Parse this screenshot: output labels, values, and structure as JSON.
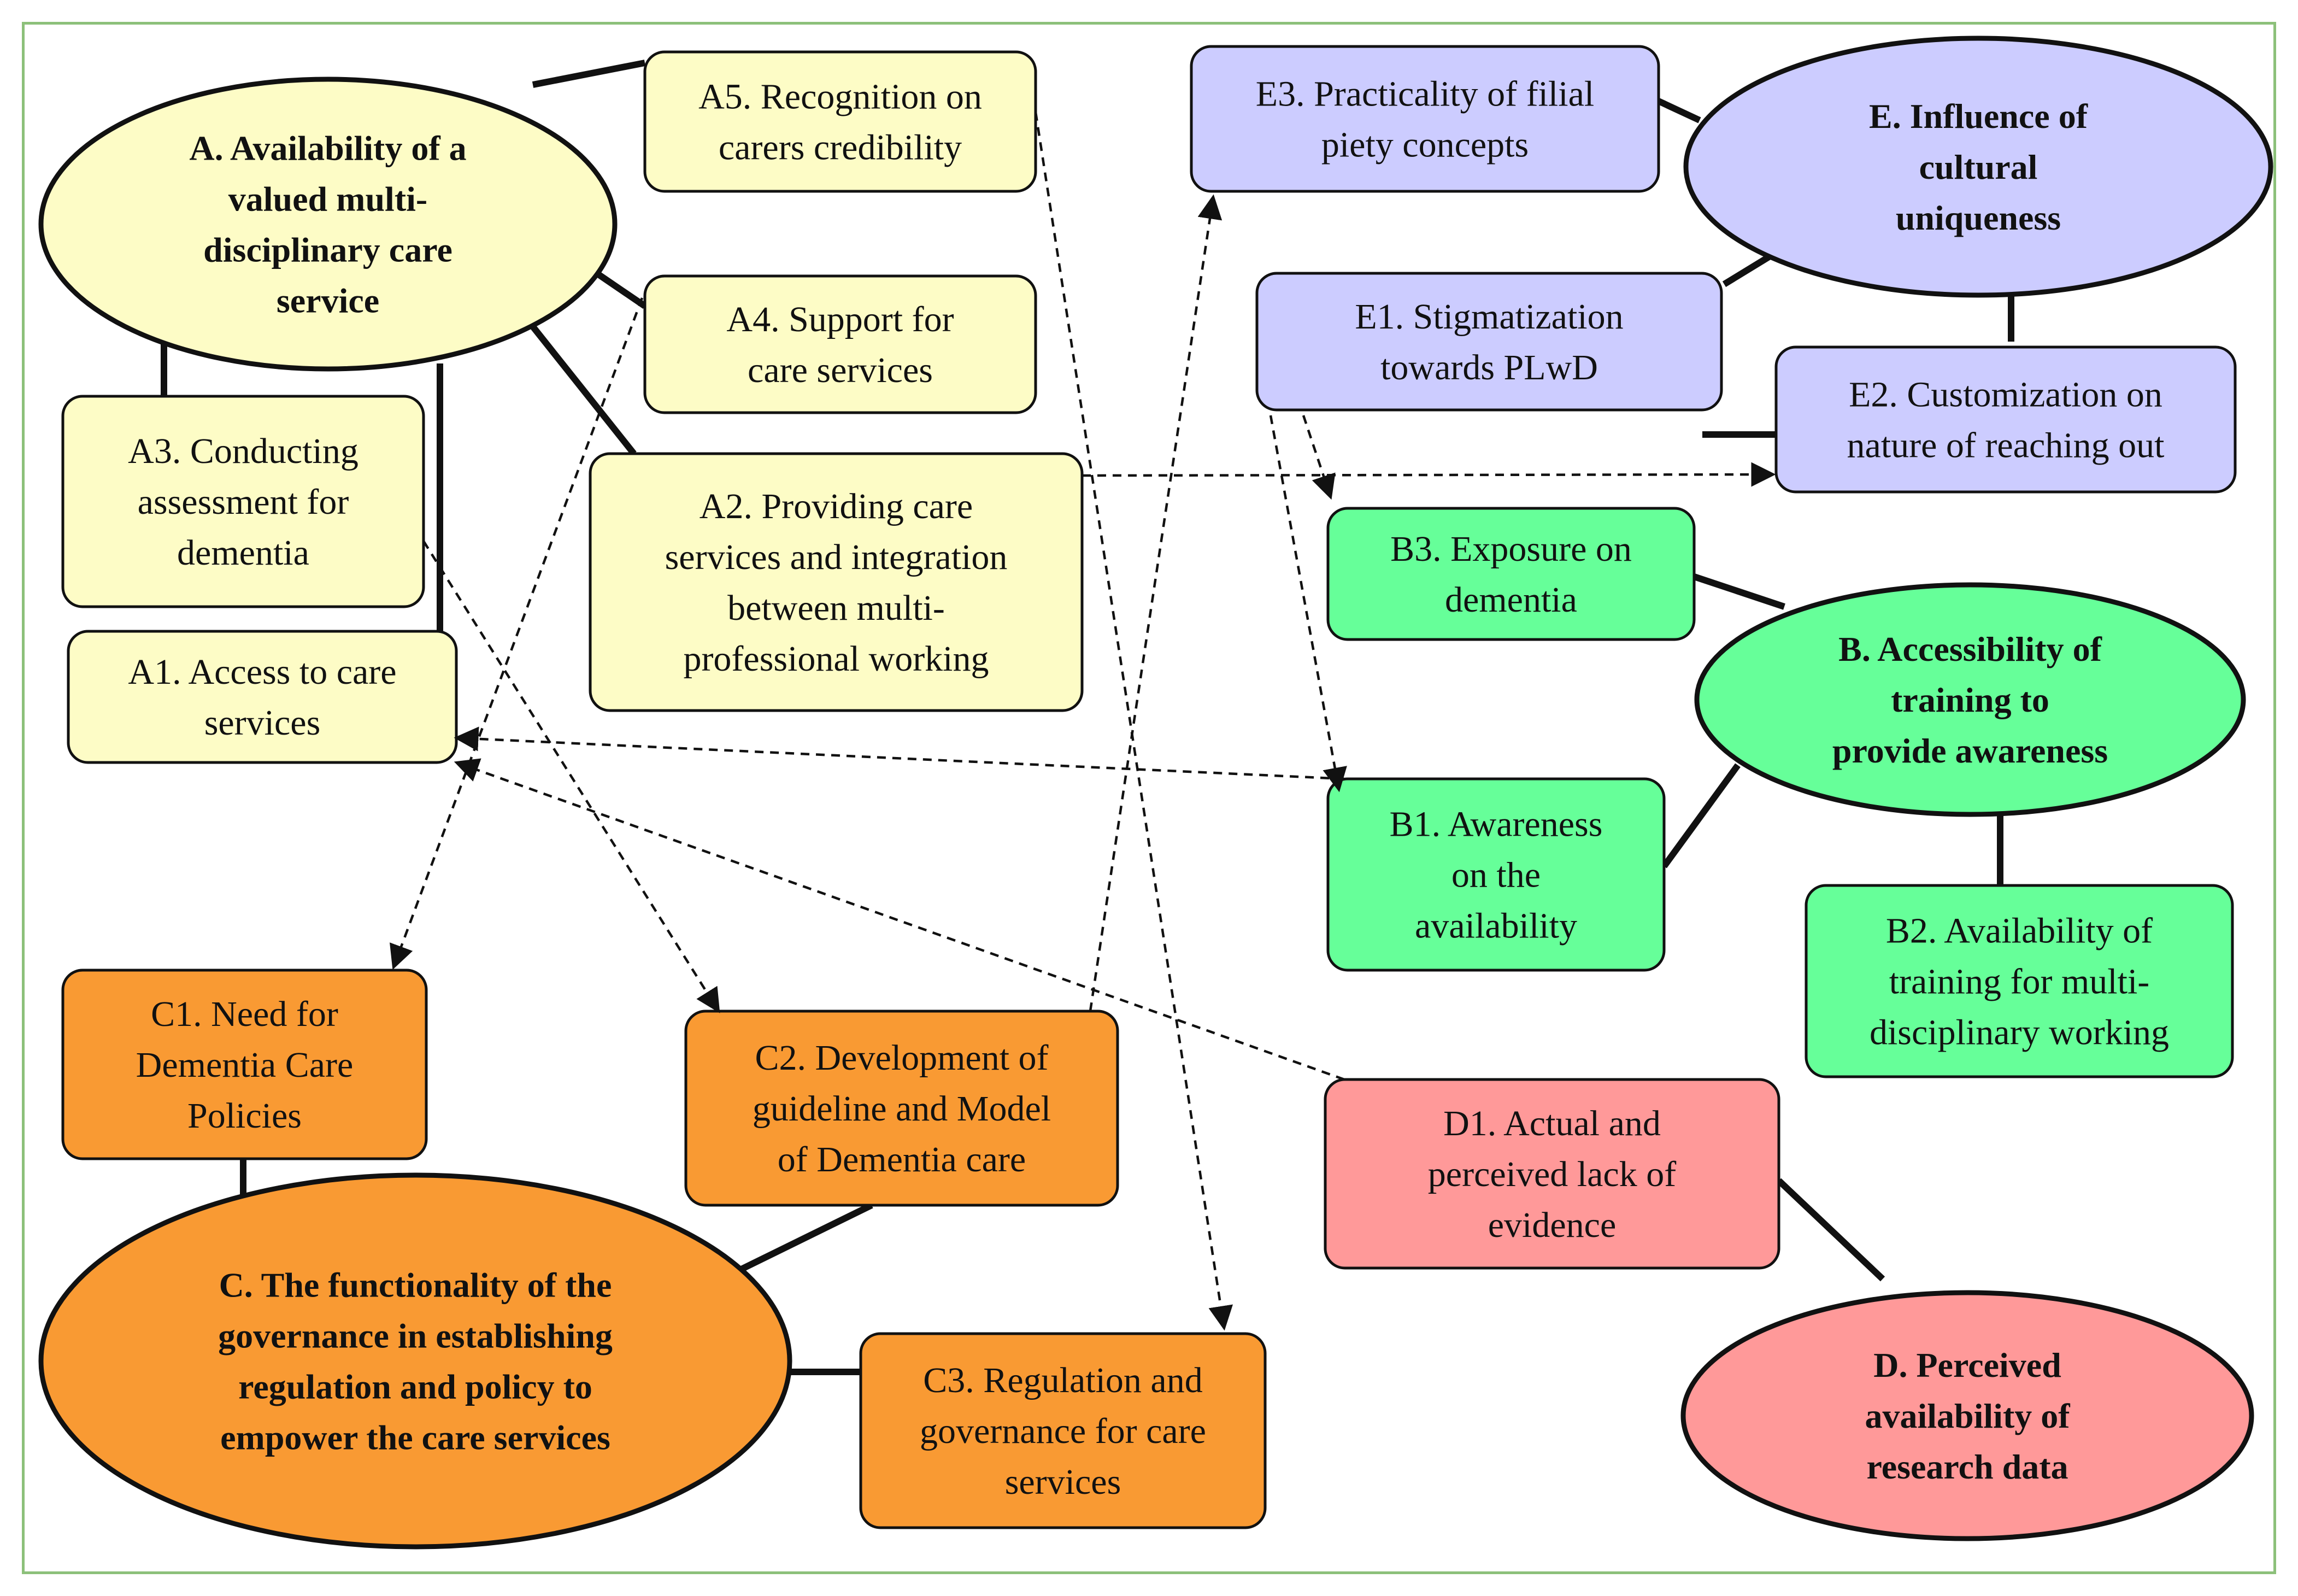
{
  "colors": {
    "frame": "#8cc07a",
    "A_fill": "#fdfcc6",
    "B_fill": "#66ff99",
    "C_fill": "#f99a33",
    "D_fill": "#ff9999",
    "E_fill": "#ccccff",
    "stroke": "#111111"
  },
  "themes": [
    {
      "id": "A",
      "lines": [
        "A. Availability of a",
        "valued multi-",
        "disciplinary care",
        "service"
      ]
    },
    {
      "id": "B",
      "lines": [
        "B. Accessibility of",
        "training to",
        "provide awareness"
      ]
    },
    {
      "id": "C",
      "lines": [
        "C. The functionality of the",
        "governance in establishing",
        "regulation and policy to",
        "empower the care services"
      ]
    },
    {
      "id": "D",
      "lines": [
        "D. Perceived",
        "availability of",
        "research data"
      ]
    },
    {
      "id": "E",
      "lines": [
        "E. Influence of",
        "cultural",
        "uniqueness"
      ]
    }
  ],
  "subthemes": [
    {
      "id": "A1",
      "theme": "A",
      "lines": [
        "A1. Access to care",
        "services"
      ]
    },
    {
      "id": "A2",
      "theme": "A",
      "lines": [
        "A2. Providing care",
        "services and integration",
        "between multi-",
        "professional working"
      ]
    },
    {
      "id": "A3",
      "theme": "A",
      "lines": [
        "A3. Conducting",
        "assessment for",
        "dementia"
      ]
    },
    {
      "id": "A4",
      "theme": "A",
      "lines": [
        "A4. Support for",
        "care services"
      ]
    },
    {
      "id": "A5",
      "theme": "A",
      "lines": [
        "A5. Recognition on",
        "carers credibility"
      ]
    },
    {
      "id": "B1",
      "theme": "B",
      "lines": [
        "B1. Awareness",
        "on the",
        "availability"
      ]
    },
    {
      "id": "B2",
      "theme": "B",
      "lines": [
        "B2. Availability of",
        "training for multi-",
        "disciplinary working"
      ]
    },
    {
      "id": "B3",
      "theme": "B",
      "lines": [
        "B3. Exposure on",
        "dementia"
      ]
    },
    {
      "id": "C1",
      "theme": "C",
      "lines": [
        "C1. Need for",
        "Dementia Care",
        "Policies"
      ]
    },
    {
      "id": "C2",
      "theme": "C",
      "lines": [
        "C2. Development of",
        "guideline and Model",
        "of Dementia care"
      ]
    },
    {
      "id": "C3",
      "theme": "C",
      "lines": [
        "C3. Regulation and",
        "governance for care",
        "services"
      ]
    },
    {
      "id": "D1",
      "theme": "D",
      "lines": [
        "D1. Actual and",
        "perceived lack of",
        "evidence"
      ]
    },
    {
      "id": "E1",
      "theme": "E",
      "lines": [
        "E1. Stigmatization",
        "towards PLwD"
      ]
    },
    {
      "id": "E2",
      "theme": "E",
      "lines": [
        "E2. Customization on",
        "nature of reaching out"
      ]
    },
    {
      "id": "E3",
      "theme": "E",
      "lines": [
        "E3. Practicality of filial",
        "piety concepts"
      ]
    }
  ],
  "links": [
    {
      "from": "A4",
      "to": "C1"
    },
    {
      "from": "A3",
      "to": "C2"
    },
    {
      "from": "A5",
      "to": "C3"
    },
    {
      "from": "C2",
      "to": "E3"
    },
    {
      "from": "A2",
      "to": "E2"
    },
    {
      "from": "B1",
      "to": "A1"
    },
    {
      "from": "D1",
      "to": "A1"
    },
    {
      "from": "E1",
      "to": "B3"
    },
    {
      "from": "E1",
      "to": "B1"
    }
  ]
}
